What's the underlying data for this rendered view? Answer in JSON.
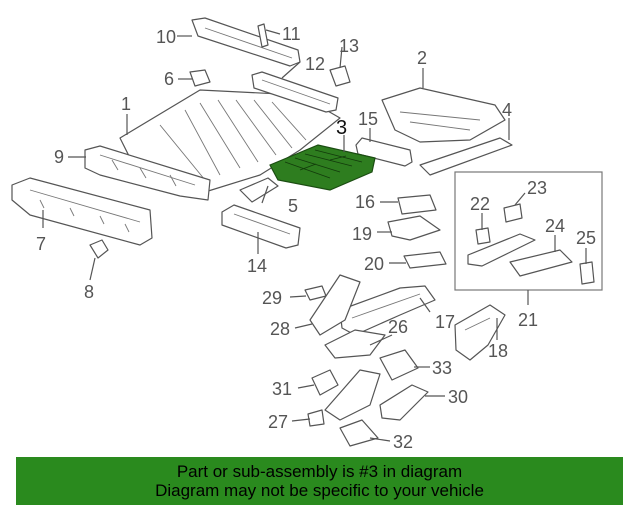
{
  "callouts": {
    "c1": "1",
    "c2": "2",
    "c3": "3",
    "c4": "4",
    "c5": "5",
    "c6": "6",
    "c7": "7",
    "c8": "8",
    "c9": "9",
    "c10": "10",
    "c11": "11",
    "c12": "12",
    "c13": "13",
    "c14": "14",
    "c15": "15",
    "c16": "16",
    "c17": "17",
    "c18": "18",
    "c19": "19",
    "c20": "20",
    "c21": "21",
    "c22": "22",
    "c23": "23",
    "c24": "24",
    "c25": "25",
    "c26": "26",
    "c27": "27",
    "c28": "28",
    "c29": "29",
    "c30": "30",
    "c31": "31",
    "c32": "32",
    "c33": "33"
  },
  "highlight_color": "#2e7d1f",
  "banner": {
    "line1": "Part or sub-assembly is #3 in diagram",
    "line2": "Diagram may not be specific to your vehicle",
    "background": "#2a8a1e"
  }
}
